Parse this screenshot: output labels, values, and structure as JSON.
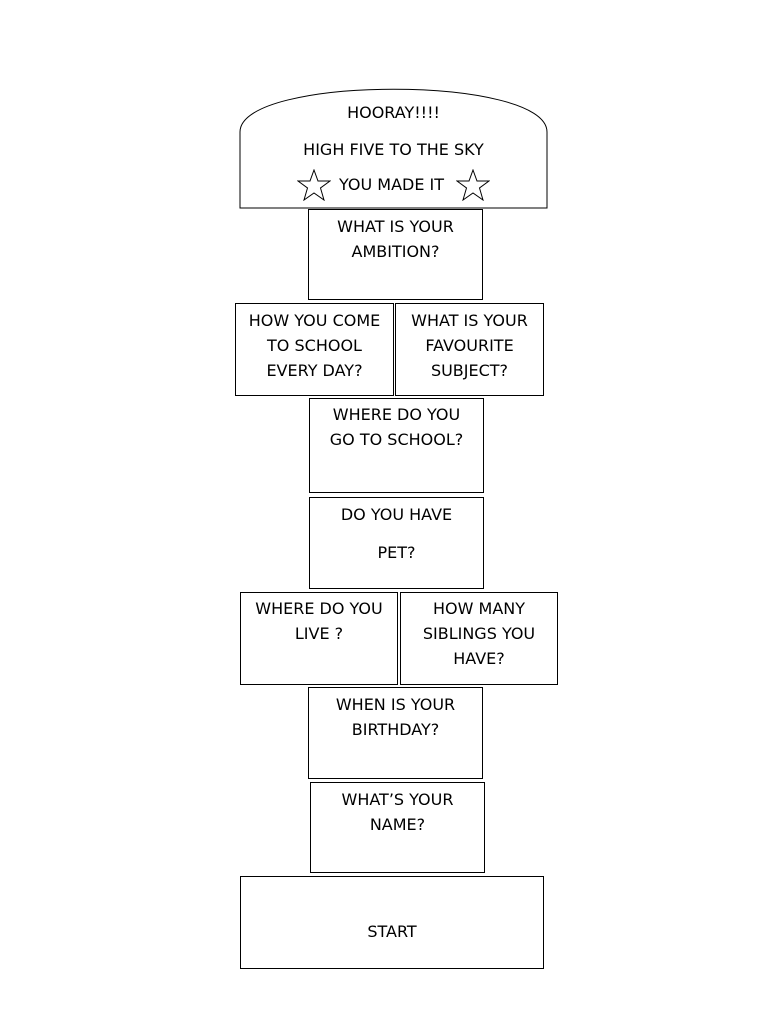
{
  "finish": {
    "line1": "HOORAY!!!!",
    "line2": "HIGH FIVE TO THE SKY",
    "line3": "YOU MADE IT",
    "star_icon": "star-outline"
  },
  "squares": {
    "ambition": [
      "WHAT IS YOUR",
      "AMBITION?"
    ],
    "school_travel": [
      "HOW YOU COME",
      "TO SCHOOL",
      "EVERY DAY?"
    ],
    "favourite_subject": [
      "WHAT IS YOUR",
      "FAVOURITE",
      "SUBJECT?"
    ],
    "school": [
      "WHERE DO YOU",
      "GO TO SCHOOL?"
    ],
    "pet": [
      "DO YOU HAVE",
      "PET?"
    ],
    "live": [
      "WHERE DO YOU",
      "LIVE ?"
    ],
    "siblings": [
      "HOW MANY",
      "SIBLINGS YOU",
      "HAVE?"
    ],
    "birthday": [
      "WHEN IS YOUR",
      "BIRTHDAY?"
    ],
    "name": [
      "WHAT’S YOUR",
      "NAME?"
    ],
    "start": "START"
  }
}
